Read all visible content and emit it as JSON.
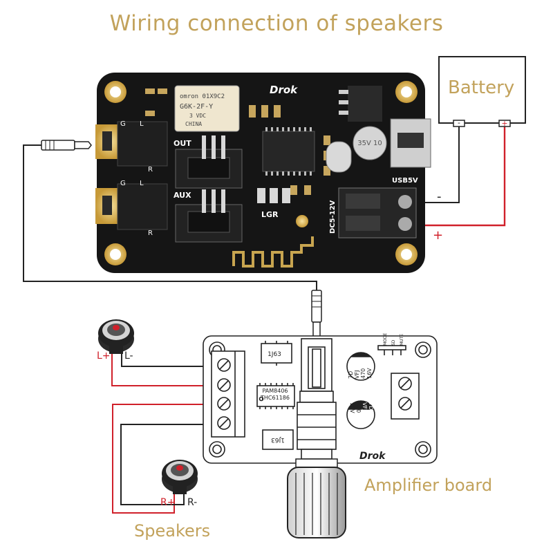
{
  "title": "Wiring connection of speakers",
  "battery": {
    "label": "Battery",
    "minus": "-",
    "plus": "+"
  },
  "power_wires": {
    "minus": "-",
    "plus": "+"
  },
  "bt_board": {
    "brand": "Drok",
    "relay_lines": [
      "omron 01X9C2",
      "G6K-2F-Y",
      "3 VDC",
      "CHINA"
    ],
    "cap_text": "35V 10",
    "out_label": "OUT",
    "aux_label": "AUX",
    "lgr_label": "LGR",
    "usb_label": "USB5V",
    "dc_label": "DC5-12V",
    "pin_g1": "G",
    "pin_l1": "L",
    "pin_r1": "R",
    "pin_g2": "G",
    "pin_l2": "L",
    "pin_r2": "R"
  },
  "amp_board": {
    "label": "Amplifier board",
    "chip1": "1J63",
    "chip2": "1J63",
    "ic_line1": "PAM8406",
    "ic_line2": "THC61186",
    "cap1_lines": [
      "7D",
      "VFJ",
      "470",
      "16V"
    ],
    "cap2_lines": [
      "7D",
      "VFJ",
      "470",
      "16V"
    ],
    "mode_labels": [
      "MODE",
      "SD",
      "MUTE"
    ],
    "brand": "Drok"
  },
  "speakers": {
    "label": "Speakers",
    "left_plus": "L+",
    "left_minus": "L-",
    "right_plus": "R+",
    "right_minus": "R-"
  },
  "colors": {
    "gold": "#c2a25b",
    "wire_red": "#d0202a",
    "wire_black": "#222222",
    "board_black": "#151515"
  }
}
